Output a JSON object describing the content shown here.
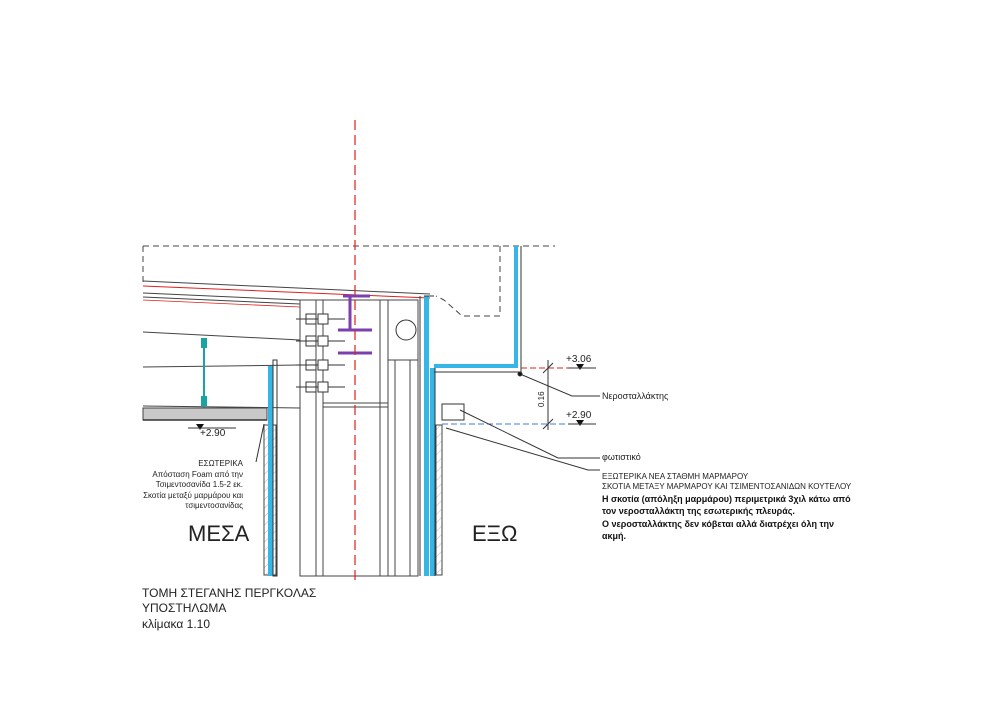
{
  "labels": {
    "inside": "ΜΕΣΑ",
    "outside": "ΕΞΩ",
    "level_inside": "+2.90",
    "level_top": "+3.06",
    "level_bottom": "+2.90",
    "dim_height": "0.16",
    "drip_edge": "Νεροσταλλάκτης",
    "light": "φωτιστικό"
  },
  "notes": {
    "inner_title": "ΕΣΩΤΕΡΙΚΑ",
    "inner_lines": [
      "Απόσταση Foam από την",
      "Τσιμεντοσανίδα 1.5-2 εκ.",
      "Σκοτία μεταξύ μαρμάρου και",
      "τσιμεντοσανίδας"
    ],
    "outer_line1": "ΕΞΩΤΕΡΙΚΑ ΝΕΑ ΣΤΑΘΜΗ ΜΑΡΜΑΡΟΥ",
    "outer_line2": "ΣΚΟΤΙΑ ΜΕΤΑΞΥ ΜΑΡΜΑΡΟΥ ΚΑΙ ΤΣΙΜΕΝΤΟΣΑΝΙΔΩΝ ΚΟΥΤΕΛΟΥ",
    "bold_lines": [
      "Η σκοτία (απόληξη μαρμάρου) περιμετρικά 3χιλ κάτω από",
      "τον νεροσταλλάκτη της εσωτερικής πλευράς.",
      "Ο νεροσταλλάκτης δεν κόβεται αλλά διατρέχει όλη την",
      "ακμή."
    ]
  },
  "title_block": {
    "line1": "ΤΟΜΗ ΣΤΕΓΑΝΗΣ ΠΕΡΓΚΟΛΑΣ",
    "line2": "ΥΠΟΣΤΗΛΩΜΑ",
    "line3": "κλίμακα 1.10"
  },
  "colors": {
    "line": "#333333",
    "red": "#e0201c",
    "cyan": "#35b6e6",
    "teal": "#1aa3a3",
    "purple": "#7b3fb0",
    "dim_blue": "#3c7fd8"
  }
}
